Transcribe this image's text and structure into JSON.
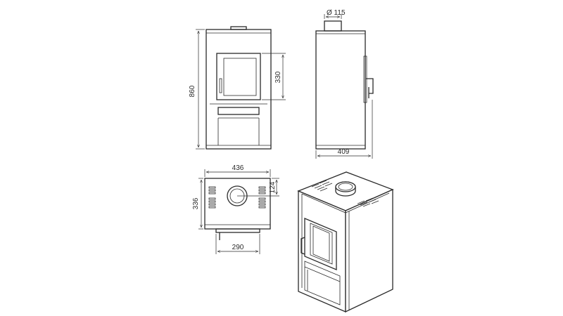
{
  "dimensions": {
    "flue_diameter": "Ø 115",
    "height": "860",
    "window_height": "330",
    "depth_side": "409",
    "width_top": "436",
    "depth_top": "336",
    "flue_offset": "124",
    "base_width": "290"
  },
  "colors": {
    "line": "#2a2a2a",
    "background": "#ffffff"
  }
}
